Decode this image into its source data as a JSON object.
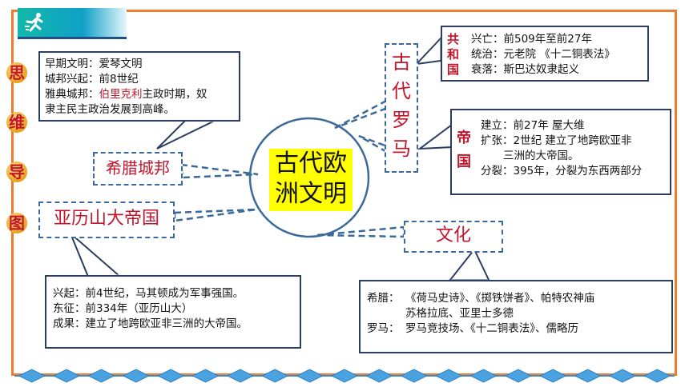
{
  "side_title": [
    "思",
    "维",
    "导",
    "图"
  ],
  "center": {
    "line1": "古代欧",
    "line2": "洲文明"
  },
  "greece": {
    "label": "希腊城邦",
    "lines": [
      {
        "prefix": "早期文明：",
        "value": "爱琴文明"
      },
      {
        "prefix": "城邦兴起：",
        "value": "前8世纪"
      }
    ],
    "athens_prefix": "雅典城邦：",
    "athens_name": "伯里克利",
    "athens_rest": "主政时期，奴",
    "athens_line2": "隶主民主政治发展到高峰。"
  },
  "alexander": {
    "label": "亚历山大帝国",
    "lines": [
      "兴起：前4世纪，马其顿成为军事强国。",
      "东征：前334年（亚历山大）",
      "成果：建立了地跨欧亚非三洲的大帝国。"
    ]
  },
  "rome": {
    "label_chars": [
      "古",
      "代",
      "罗",
      "马"
    ],
    "republic": {
      "label_chars": [
        "共",
        "和",
        "国"
      ],
      "lines": [
        "兴亡：前509年至前27年",
        "统治：元老院 《十二铜表法》",
        "衰落：斯巴达奴隶起义"
      ]
    },
    "empire": {
      "label_chars": [
        "帝",
        "国"
      ],
      "lines": [
        "建立：前27年  屋大维",
        "扩张：2世纪  建立了地跨欧亚非",
        "三洲的大帝国。",
        "分裂：395年，分裂为东西两部分"
      ]
    }
  },
  "culture": {
    "label": "文化",
    "greece_prefix": "希腊：",
    "greece_line1": "《荷马史诗》、《掷铁饼者》、帕特农神庙",
    "greece_line2": "苏格拉底、亚里士多德",
    "rome_prefix": "罗马：",
    "rome_line": "罗马竞技场、《十二铜表法》、儒略历"
  },
  "colors": {
    "frame": "#f07c2e",
    "accent_red": "#c4142b",
    "dash_blue": "#3b6a9a",
    "center_fill": "#ffff00"
  }
}
